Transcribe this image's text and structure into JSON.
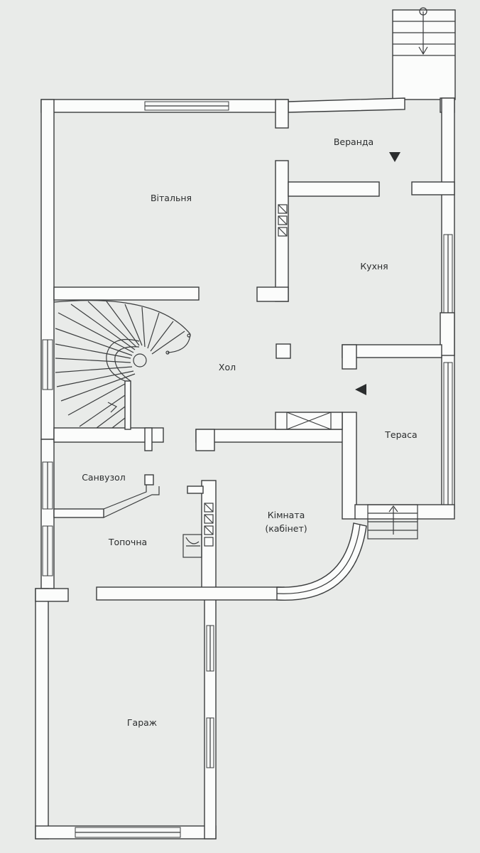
{
  "rooms": {
    "veranda": "Веранда",
    "living": "Вітальня",
    "kitchen": "Кухня",
    "hall": "Хол",
    "terrace": "Тераса",
    "bathroom": "Санвузол",
    "room": "Кімната",
    "room_sub": "(кабінет)",
    "boiler": "Топочна",
    "garage": "Гараж"
  }
}
